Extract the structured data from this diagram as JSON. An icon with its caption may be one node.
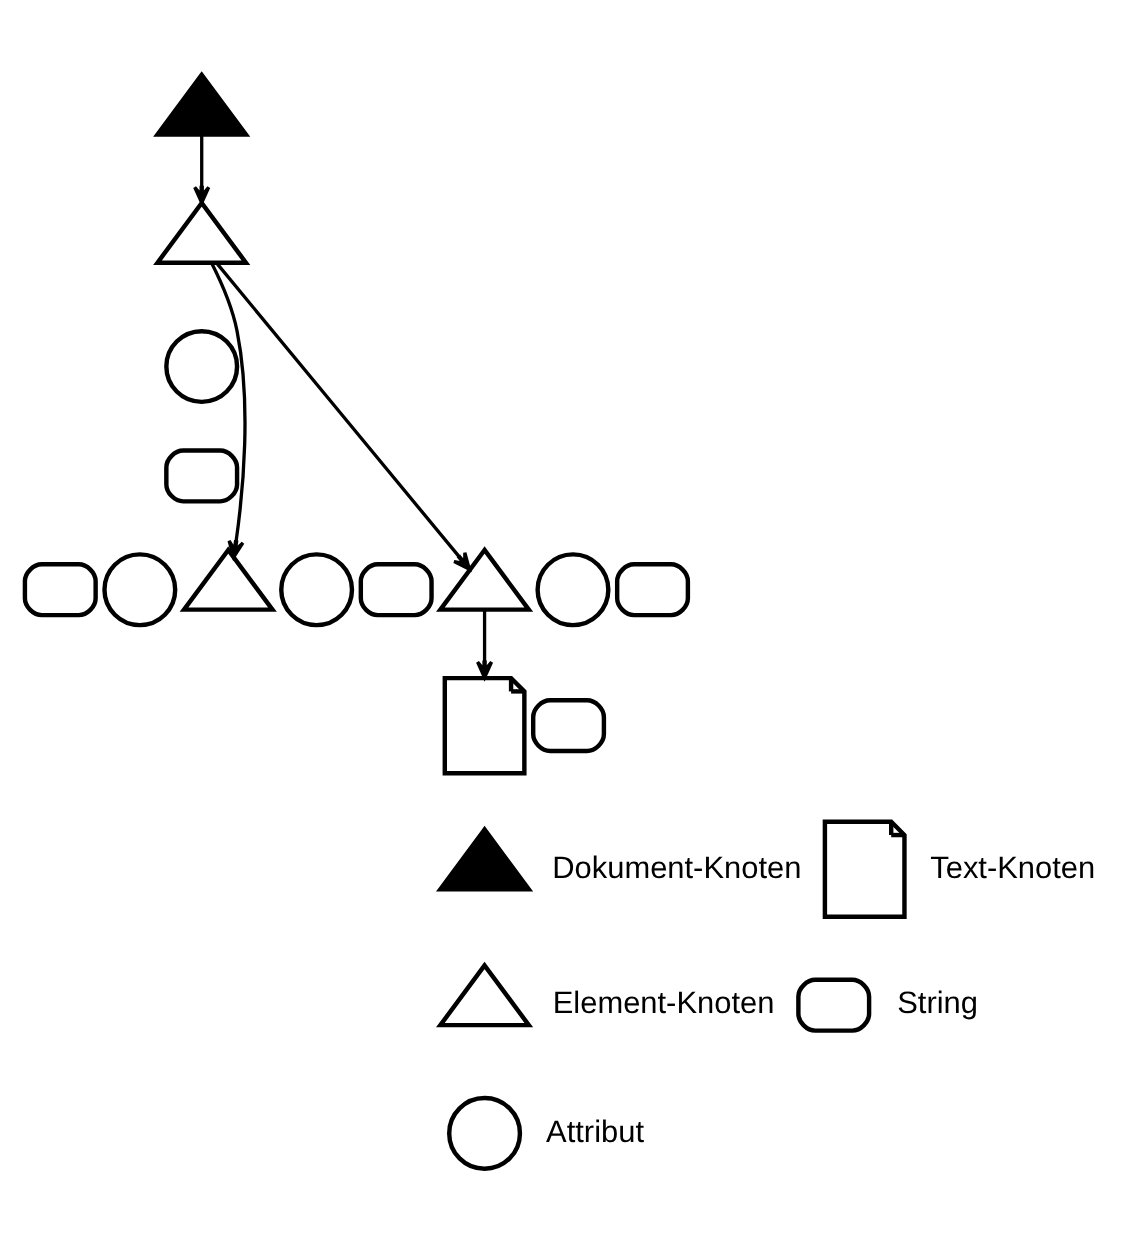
{
  "diagram": {
    "nodes": [
      {
        "text": [],
        "shape": "triangle"
      },
      {
        "text": [],
        "shape": "triangle"
      },
      {
        "text": [],
        "shape": "circle"
      },
      {
        "text": [],
        "shape": "box"
      },
      {
        "text": [],
        "shape": "box"
      },
      {
        "text": [],
        "shape": "circle"
      },
      {
        "text": [],
        "shape": "triangle"
      },
      {
        "text": [],
        "shape": "circle"
      },
      {
        "text": [],
        "shape": "box"
      },
      {
        "text": [],
        "shape": "triangle"
      },
      {
        "text": [],
        "shape": "circle"
      },
      {
        "text": [],
        "shape": "box"
      },
      {
        "text": [],
        "shape": "document"
      },
      {
        "text": [],
        "shape": "box"
      },
      {
        "text": [],
        "shape": "triangle"
      },
      {
        "text": [],
        "shape": "document"
      },
      {
        "text": [],
        "shape": "triangle"
      },
      {
        "text": [],
        "shape": "box"
      },
      {
        "text": [],
        "shape": "circle"
      }
    ],
    "edges": [
      {
        "from": 0,
        "to": 1,
        "arrow": "to"
      },
      {
        "from": 1,
        "to": 6,
        "arrow": "to"
      },
      {
        "from": 1,
        "to": 9,
        "arrow": "to"
      },
      {
        "from": 9,
        "to": 12,
        "arrow": "to"
      }
    ],
    "legend": [
      {
        "text": "Dokument-Knoten"
      },
      {
        "text": "Text-Knoten"
      },
      {
        "text": "Element-Knoten"
      },
      {
        "text": "String"
      },
      {
        "text": "Attribut"
      }
    ]
  }
}
